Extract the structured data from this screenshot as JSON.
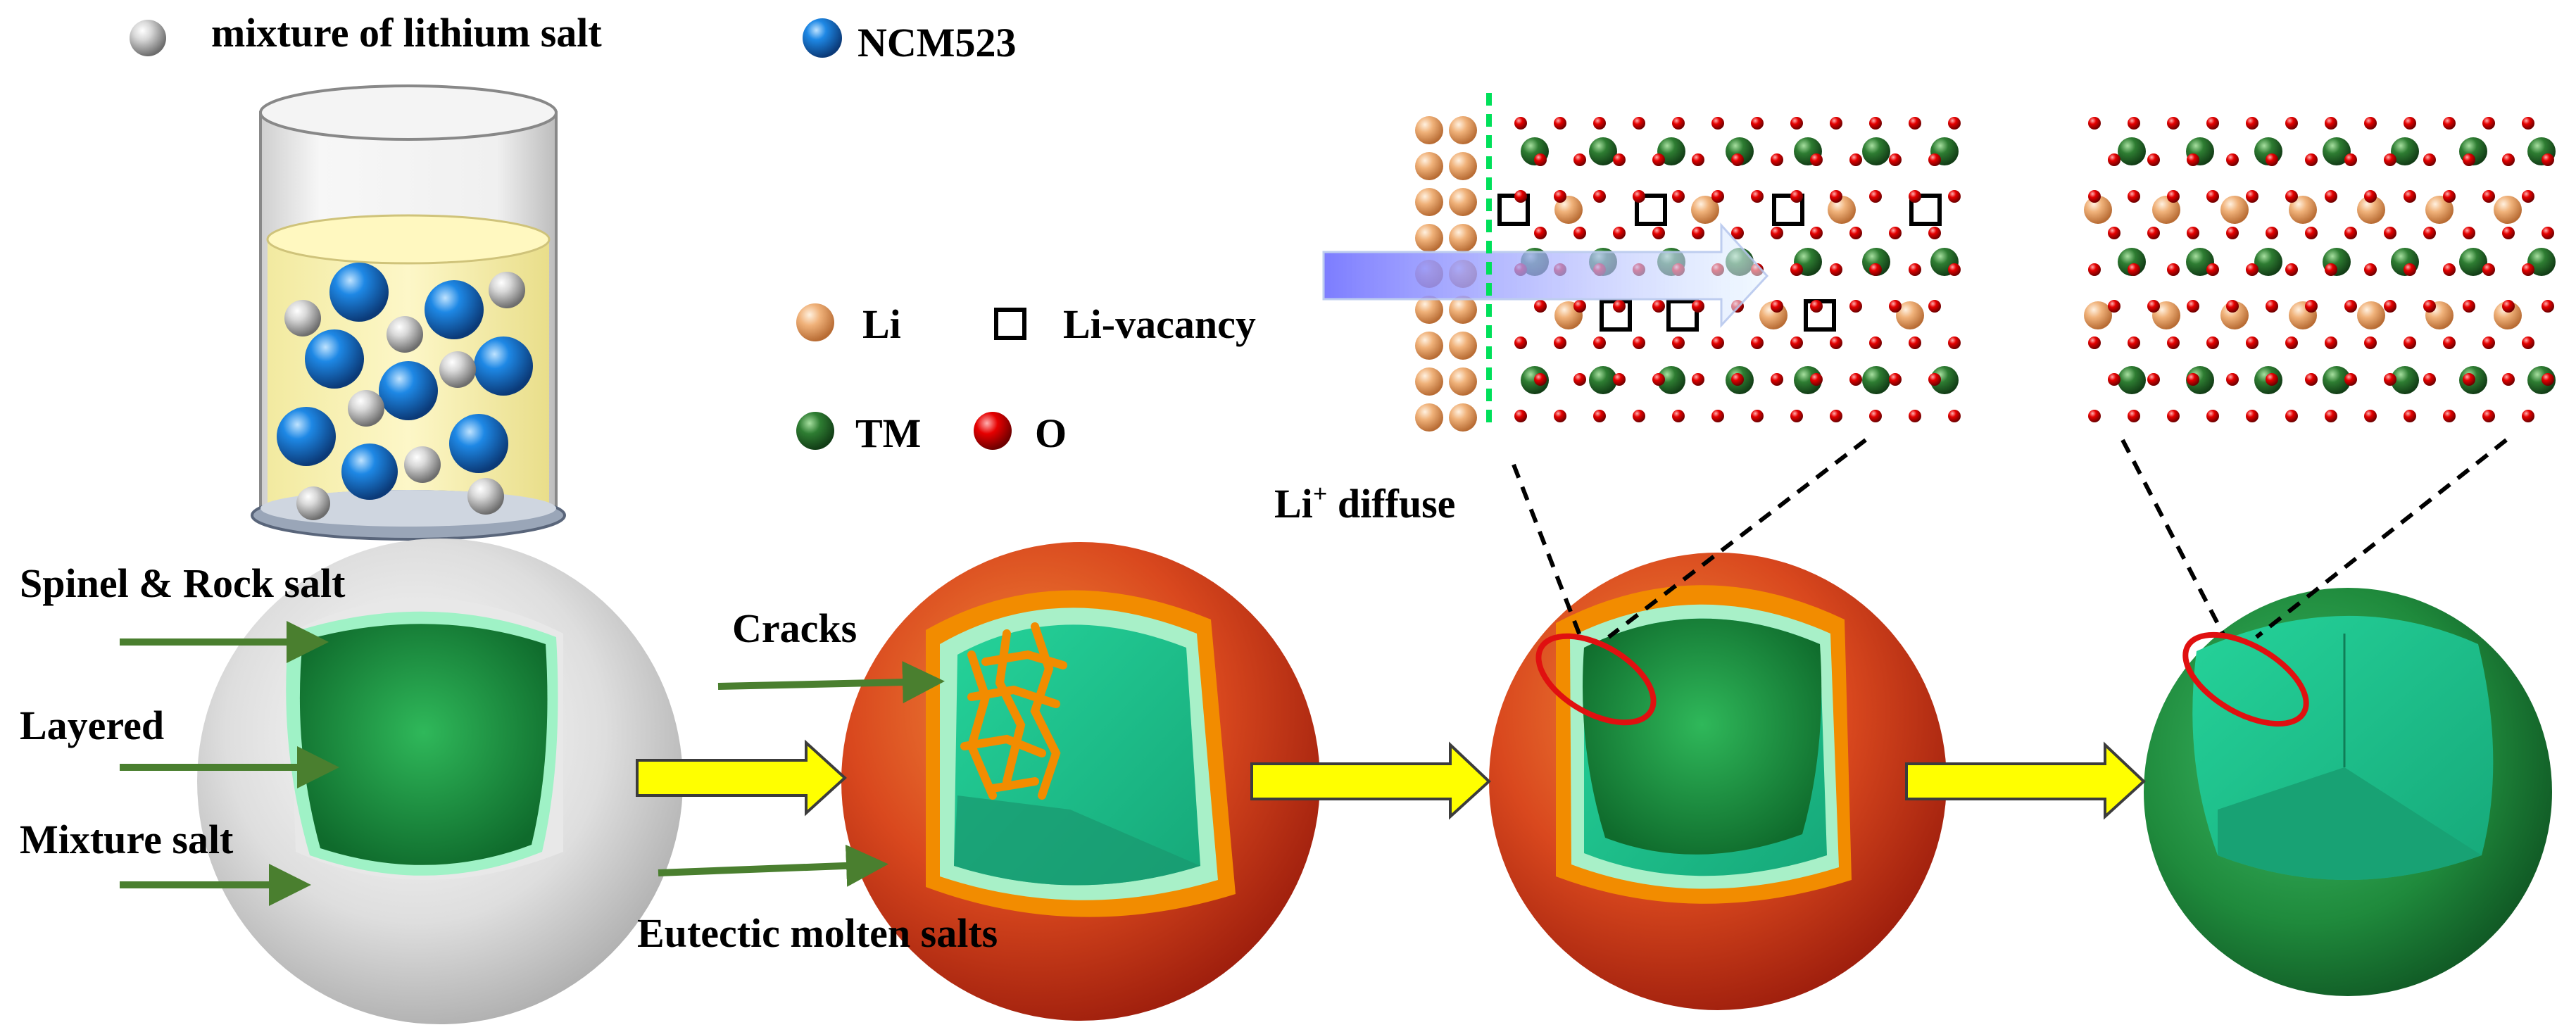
{
  "legend_top": {
    "salt_label": "mixture of lithium salt",
    "ncm_label": "NCM523"
  },
  "legend_mid": {
    "li_label": "Li",
    "vacancy_label": "Li-vacancy",
    "tm_label": "TM",
    "o_label": "O"
  },
  "annotations": {
    "spinel": "Spinel & Rock salt",
    "layered": "Layered",
    "mixture": "Mixture salt",
    "cracks": "Cracks",
    "eutectic": "Eutectic molten salts",
    "li_diffuse": "Li",
    "li_diffuse_sup": "+",
    "li_diffuse_rest": " diffuse"
  },
  "colors": {
    "li": "#f0b27a",
    "tm": "#2e7d32",
    "o": "#e60000",
    "ncm": "#1565c0",
    "salt": "#bdbdbd",
    "arrow_yellow": "#ffff00",
    "molten": "#c0392b",
    "shell_orange": "#f28c00",
    "core_green": "#1b8a3a",
    "teal": "#2ecc9a",
    "rim_light": "#a8f0c8",
    "guide_green": "#00e05a",
    "circle_red": "#e01010"
  }
}
